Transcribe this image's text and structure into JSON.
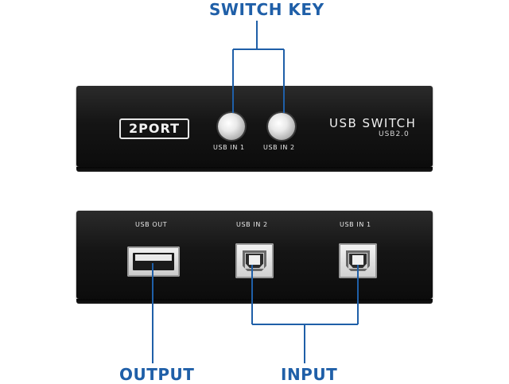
{
  "callouts": {
    "switch_key": "SWITCH KEY",
    "output": "OUTPUT",
    "input": "INPUT"
  },
  "front_panel": {
    "badge": "2PORT",
    "button_1_label": "USB IN 1",
    "button_2_label": "USB IN 2",
    "brand": "USB SWITCH",
    "brand_sub": "USB2.0"
  },
  "back_panel": {
    "port_out_label": "USB OUT",
    "port_in2_label": "USB IN 2",
    "port_in1_label": "USB IN 1"
  },
  "colors": {
    "callout": "#1f5fa8",
    "device_body": "#151515"
  },
  "icons": {
    "button": "round-push-button-icon",
    "usb_a": "usb-a-port-icon",
    "usb_b": "usb-b-port-icon"
  }
}
